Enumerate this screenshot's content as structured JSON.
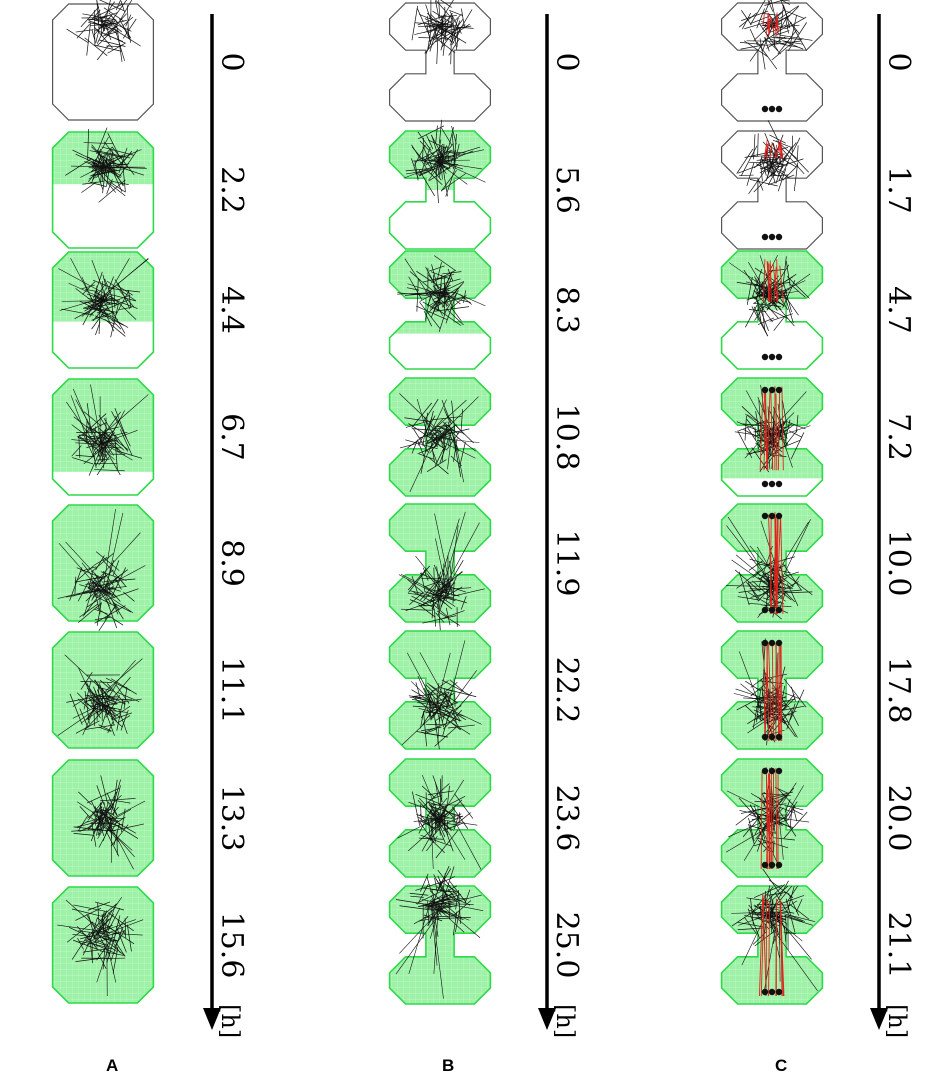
{
  "unit": "[h]",
  "colors": {
    "explored": "#2fd94a",
    "explored_fill": "#9ef2a8",
    "outline": "#555555",
    "filament": "#111111",
    "highlight": "#e0201b"
  },
  "panels": [
    {
      "label": "A",
      "shape": "rectangle",
      "red_filaments": false,
      "times": [
        "0",
        "2.2",
        "4.4",
        "6.7",
        "8.9",
        "11.1",
        "13.3",
        "15.6"
      ],
      "green_coverage": [
        0,
        0.45,
        0.6,
        0.8,
        1,
        1,
        1,
        1
      ],
      "mass_position": [
        0.18,
        0.3,
        0.42,
        0.56,
        0.72,
        0.62,
        0.5,
        0.4
      ]
    },
    {
      "label": "B",
      "shape": "dumbbell",
      "red_filaments": false,
      "times": [
        "0",
        "5.6",
        "8.3",
        "10.8",
        "11.9",
        "22.2",
        "23.6",
        "25.0"
      ],
      "green_coverage": [
        0,
        0.5,
        0.7,
        1,
        1,
        1,
        1,
        1
      ],
      "mass_position": [
        0.2,
        0.25,
        0.35,
        0.5,
        0.78,
        0.65,
        0.5,
        0.15
      ]
    },
    {
      "label": "C",
      "shape": "dumbbell",
      "red_filaments": true,
      "times": [
        "0",
        "1.7",
        "4.7",
        "7.2",
        "10.0",
        "17.8",
        "20.0",
        "21.1"
      ],
      "green_coverage": [
        0,
        0,
        0.5,
        0.85,
        1,
        1,
        1,
        1
      ],
      "mass_position": [
        0.2,
        0.27,
        0.38,
        0.5,
        0.7,
        0.62,
        0.5,
        0.22
      ]
    }
  ]
}
